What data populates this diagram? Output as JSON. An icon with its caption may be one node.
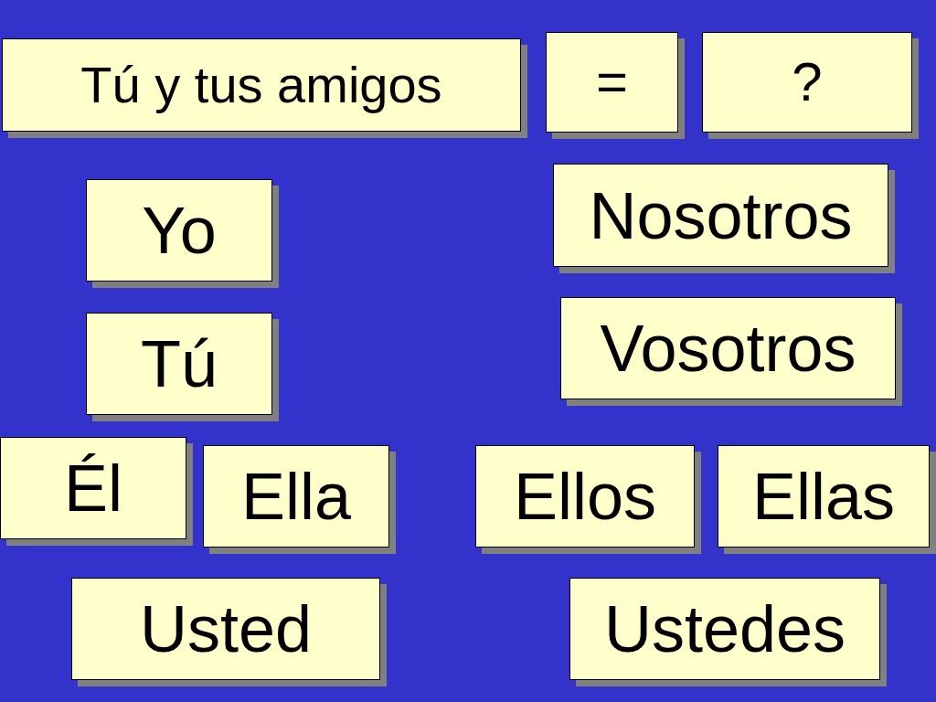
{
  "diagram": {
    "nodes": [
      {
        "text": [
          "Tú y tus amigos"
        ]
      },
      {
        "text": [
          "="
        ]
      },
      {
        "text": [
          "?"
        ]
      },
      {
        "text": [
          "Yo"
        ]
      },
      {
        "text": [
          "Nosotros"
        ]
      },
      {
        "text": [
          "Tú"
        ]
      },
      {
        "text": [
          "Vosotros"
        ]
      },
      {
        "text": [
          "Él"
        ]
      },
      {
        "text": [
          "Ella"
        ]
      },
      {
        "text": [
          "Ellos"
        ]
      },
      {
        "text": [
          "Ellas"
        ]
      },
      {
        "text": [
          "Usted"
        ]
      },
      {
        "text": [
          "Ustedes"
        ]
      }
    ]
  }
}
